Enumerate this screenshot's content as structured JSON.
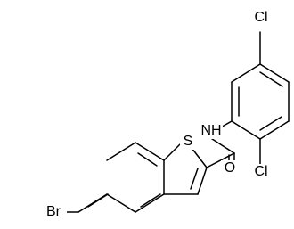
{
  "molecule": {
    "atoms": {
      "br": "Br",
      "s": "S",
      "o": "O",
      "nh": "NH",
      "cl_top": "Cl",
      "cl_bottom": "Cl"
    }
  }
}
